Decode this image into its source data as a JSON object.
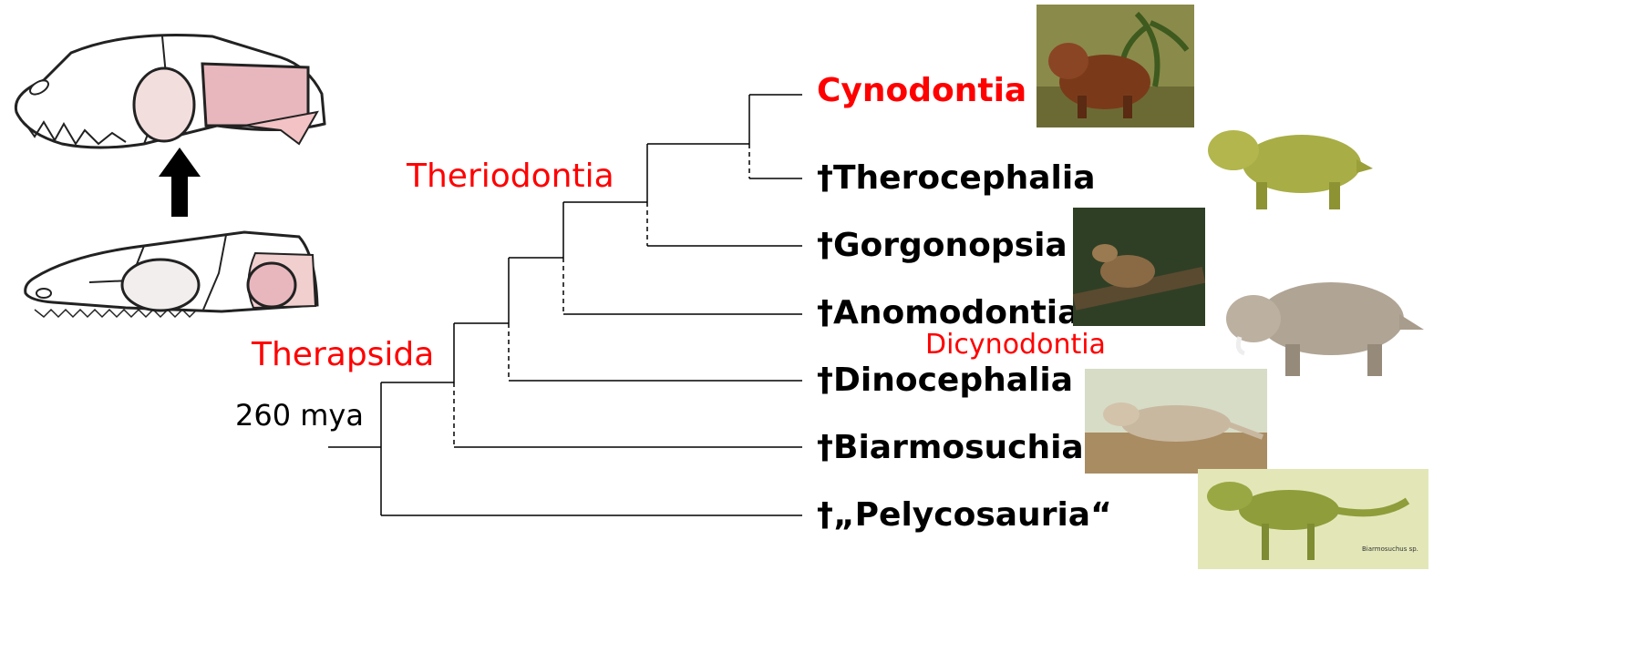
{
  "taxa": [
    {
      "label": "Cynodontia",
      "highlight": true
    },
    {
      "label": "†Therocephalia",
      "highlight": false
    },
    {
      "label": "†Gorgonopsia",
      "highlight": false
    },
    {
      "label": "†Anomodontia",
      "highlight": false
    },
    {
      "label": "†Dinocephalia",
      "highlight": false
    },
    {
      "label": "†Biarmosuchia",
      "highlight": false
    },
    {
      "label": "†„Pelycosauria“",
      "highlight": false
    }
  ],
  "clades": {
    "therapsida": "Therapsida",
    "theriodontia": "Theriodontia",
    "dicynodontia": "Dicynodontia"
  },
  "age": "260 mya",
  "figure_caption": "Biarmosuchus sp.",
  "colors": {
    "highlight": "#ff0000",
    "line": "#000000"
  }
}
